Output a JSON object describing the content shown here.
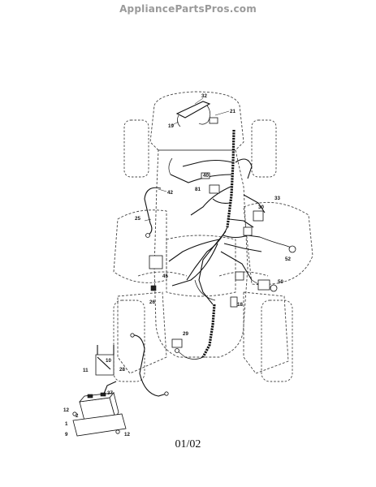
{
  "watermark": "AppliancePartsPros.com",
  "page_number": "01/02",
  "callouts": [
    "32",
    "21",
    "19",
    "40",
    "81",
    "42",
    "33",
    "30",
    "25",
    "52",
    "45",
    "50",
    "26",
    "18",
    "29",
    "10",
    "28",
    "11",
    "37",
    "12",
    "2",
    "1",
    "9",
    "12"
  ]
}
